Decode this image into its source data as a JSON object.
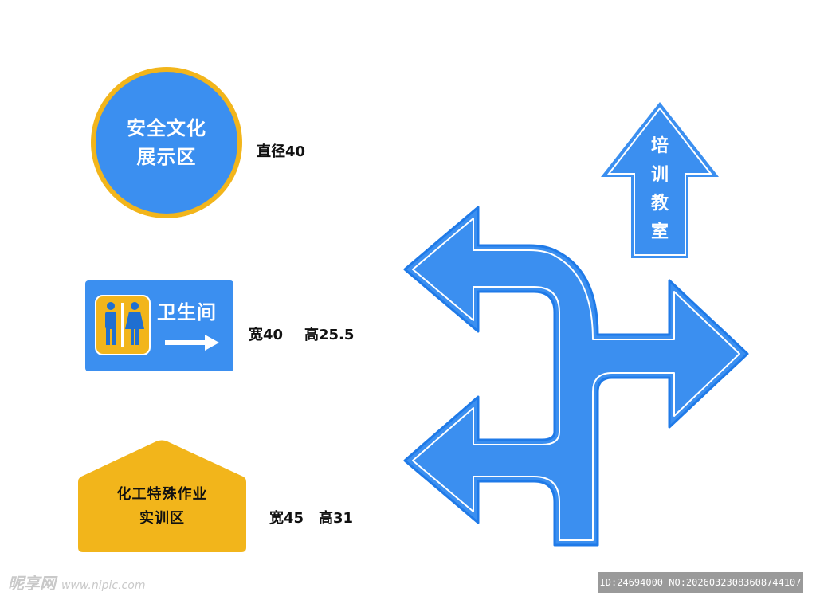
{
  "colors": {
    "blue": "#3b8ff0",
    "yellow": "#f2b51b",
    "white": "#ffffff",
    "text_dark": "#111111"
  },
  "circle_sign": {
    "line1": "安全文化",
    "line2": "展示区",
    "dimension": "直径40"
  },
  "restroom_sign": {
    "title": "卫生间",
    "icons": [
      "male-person-icon",
      "female-person-icon",
      "right-arrow-icon"
    ],
    "dimension_width": "宽40",
    "dimension_height": "高25.5"
  },
  "house_sign": {
    "line1": "化工特殊作业",
    "line2": "实训区",
    "dimension_width": "宽45",
    "dimension_height": "高31"
  },
  "up_arrow_sign": {
    "chars": [
      "培",
      "训",
      "教",
      "室"
    ]
  },
  "direction_sign": {
    "icon": "three-way-direction-arrow-icon"
  },
  "watermark": {
    "logo": "昵享网",
    "url": "www.nipic.com"
  },
  "id_bar": {
    "text": "ID:24694000 NO:20260323083608744107"
  }
}
